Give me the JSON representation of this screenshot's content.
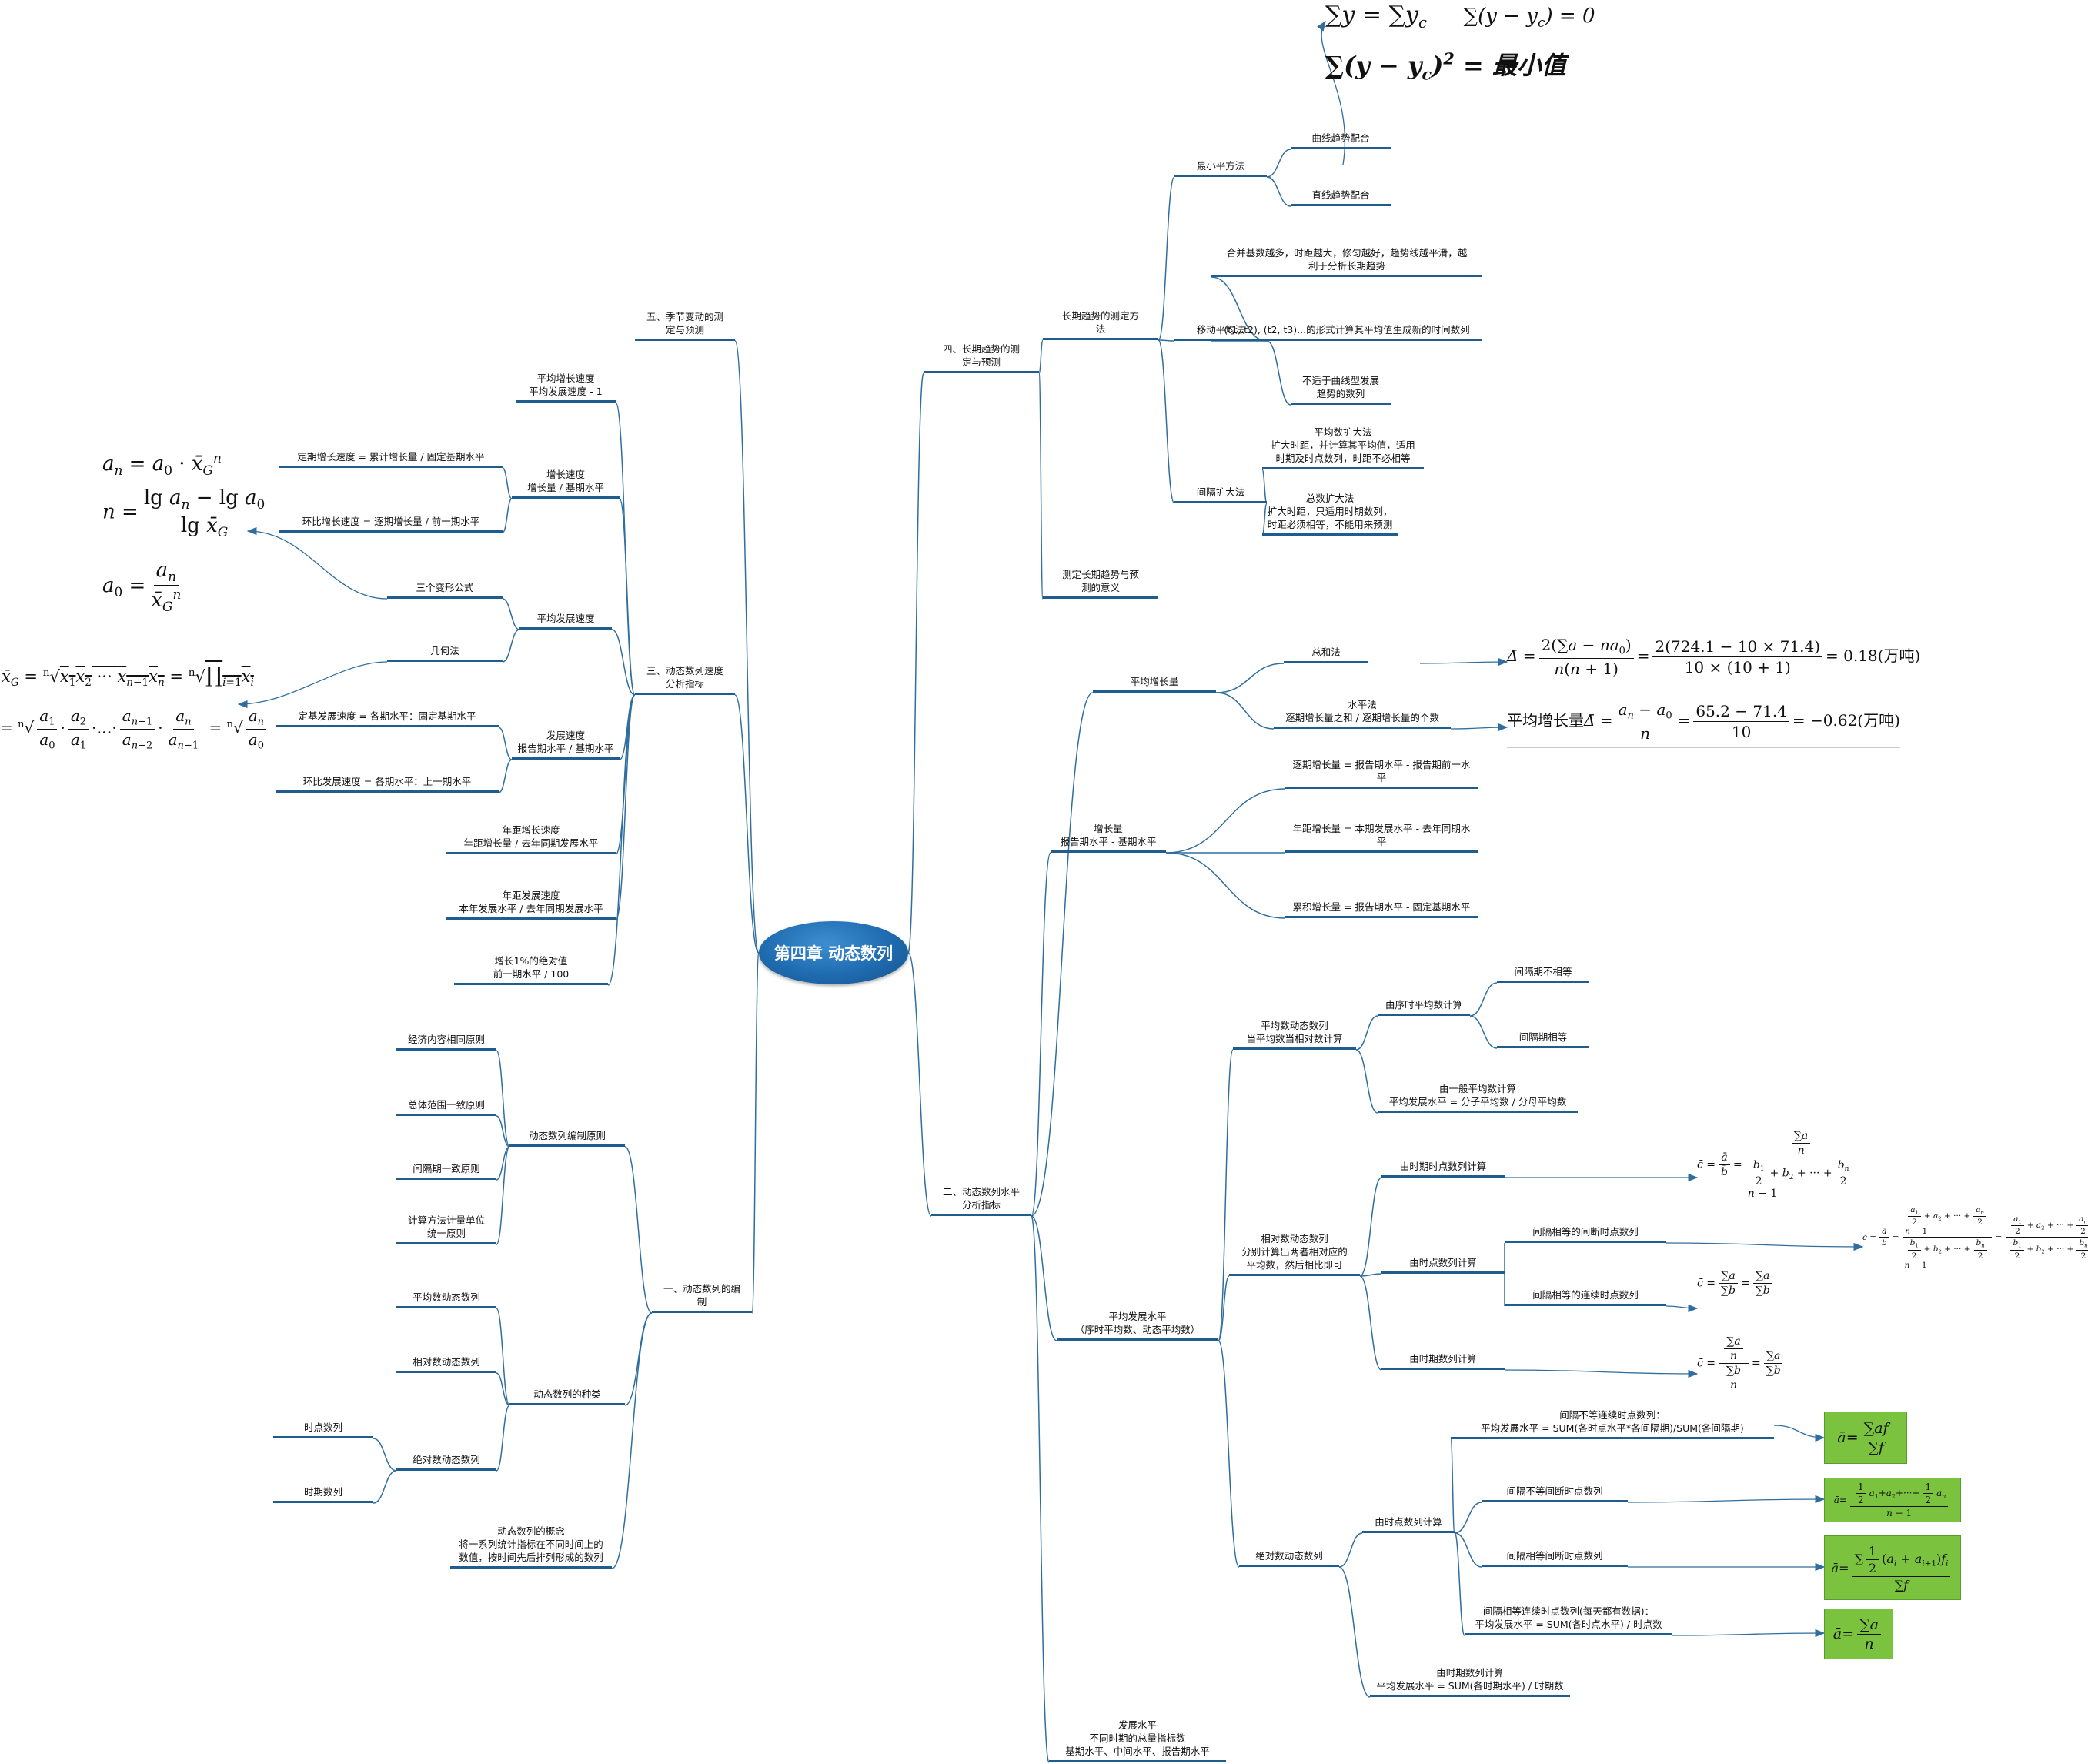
{
  "center": "第四章 动态数列",
  "nodes": [
    {
      "id": "r4",
      "text": "四、长期趋势的测\n定与预测"
    },
    {
      "id": "r4a",
      "text": "长期趋势的测定方\n法"
    },
    {
      "id": "r4a1",
      "text": "最小平方法"
    },
    {
      "id": "r4a1a",
      "text": "曲线趋势配合"
    },
    {
      "id": "r4a1b",
      "text": "直线趋势配合"
    },
    {
      "id": "r4a2",
      "text": "移动平均法"
    },
    {
      "id": "r4a2a",
      "text": "合并基数越多，时距越大，修匀越好，趋势线越平滑，越\n利于分析长期趋势"
    },
    {
      "id": "r4a2b",
      "text": "(t1, t2), (t2, t3)...的形式计算其平均值生成新的时间数列"
    },
    {
      "id": "r4a2c",
      "text": "不适于曲线型发展\n趋势的数列"
    },
    {
      "id": "r4a3",
      "text": "间隔扩大法"
    },
    {
      "id": "r4a3a",
      "text": "平均数扩大法\n扩大时距，并计算其平均值，适用\n时期及时点数列，时距不必相等"
    },
    {
      "id": "r4a3b",
      "text": "总数扩大法\n扩大时距，只适用时期数列，\n时距必须相等，不能用来预测"
    },
    {
      "id": "r4b",
      "text": "测定长期趋势与预\n测的意义"
    },
    {
      "id": "r2",
      "text": "二、动态数列水平\n分析指标"
    },
    {
      "id": "r2a",
      "text": "平均增长量"
    },
    {
      "id": "r2a1",
      "text": "总和法"
    },
    {
      "id": "r2a2",
      "text": "水平法\n逐期增长量之和 / 逐期增长量的个数"
    },
    {
      "id": "r2b",
      "text": "增长量\n报告期水平 - 基期水平"
    },
    {
      "id": "r2b1",
      "text": "逐期增长量 = 报告期水平 - 报告期前一水平"
    },
    {
      "id": "r2b2",
      "text": "年距增长量 = 本期发展水平 - 去年同期水平"
    },
    {
      "id": "r2b3",
      "text": "累积增长量 = 报告期水平 - 固定基期水平"
    },
    {
      "id": "r2c",
      "text": "平均发展水平\n（序时平均数、动态平均数）"
    },
    {
      "id": "r2c1",
      "text": "平均数动态数列\n当平均数当相对数计算"
    },
    {
      "id": "r2c1a",
      "text": "由序时平均数计算"
    },
    {
      "id": "r2c1a1",
      "text": "间隔期不相等"
    },
    {
      "id": "r2c1a2",
      "text": "间隔期相等"
    },
    {
      "id": "r2c1b",
      "text": "由一般平均数计算\n平均发展水平 = 分子平均数 / 分母平均数"
    },
    {
      "id": "r2c2",
      "text": "相对数动态数列\n分别计算出两者相对应的\n平均数，然后相比即可"
    },
    {
      "id": "r2c2a",
      "text": "由时期时点数列计算"
    },
    {
      "id": "r2c2b",
      "text": "由时点数列计算"
    },
    {
      "id": "r2c2b1",
      "text": "间隔相等的间断时点数列"
    },
    {
      "id": "r2c2b2",
      "text": "间隔相等的连续时点数列"
    },
    {
      "id": "r2c2c",
      "text": "由时期数列计算"
    },
    {
      "id": "r2c3",
      "text": "绝对数动态数列"
    },
    {
      "id": "r2c3a",
      "text": "由时点数列计算"
    },
    {
      "id": "r2c3a1",
      "text": "间隔不等连续时点数列：\n平均发展水平 = SUM(各时点水平*各间隔期)/SUM(各间隔期)"
    },
    {
      "id": "r2c3a2",
      "text": "间隔不等间断时点数列"
    },
    {
      "id": "r2c3a3",
      "text": "间隔相等间断时点数列"
    },
    {
      "id": "r2c3a4",
      "text": "间隔相等连续时点数列(每天都有数据)：\n平均发展水平 = SUM(各时点水平) / 时点数"
    },
    {
      "id": "r2c3b",
      "text": "由时期数列计算\n平均发展水平 = SUM(各时期水平) / 时期数"
    },
    {
      "id": "r2d",
      "text": "发展水平\n不同时期的总量指标数\n基期水平、中间水平、报告期水平"
    },
    {
      "id": "l5",
      "text": "五、季节变动的测\n定与预测"
    },
    {
      "id": "l3",
      "text": "三、动态数列速度\n分析指标"
    },
    {
      "id": "l3a",
      "text": "平均增长速度\n平均发展速度 - 1"
    },
    {
      "id": "l3b",
      "text": "增长速度\n增长量 / 基期水平"
    },
    {
      "id": "l3b1",
      "text": "定期增长速度 = 累计增长量 / 固定基期水平"
    },
    {
      "id": "l3b2",
      "text": "环比增长速度 = 逐期增长量 / 前一期水平"
    },
    {
      "id": "l3c",
      "text": "平均发展速度"
    },
    {
      "id": "l3c1",
      "text": "三个变形公式"
    },
    {
      "id": "l3c2",
      "text": "几何法"
    },
    {
      "id": "l3d",
      "text": "发展速度\n报告期水平 / 基期水平"
    },
    {
      "id": "l3d1",
      "text": "定基发展速度 = 各期水平：固定基期水平"
    },
    {
      "id": "l3d2",
      "text": "环比发展速度 = 各期水平：上一期水平"
    },
    {
      "id": "l3e",
      "text": "年距增长速度\n年距增长量 / 去年同期发展水平"
    },
    {
      "id": "l3f",
      "text": "年距发展速度\n本年发展水平 / 去年同期发展水平"
    },
    {
      "id": "l3g",
      "text": "增长1%的绝对值\n前一期水平 / 100"
    },
    {
      "id": "l1",
      "text": "一、动态数列的编\n制"
    },
    {
      "id": "l1a",
      "text": "动态数列编制原则"
    },
    {
      "id": "l1a1",
      "text": "经济内容相同原则"
    },
    {
      "id": "l1a2",
      "text": "总体范围一致原则"
    },
    {
      "id": "l1a3",
      "text": "间隔期一致原则"
    },
    {
      "id": "l1a4",
      "text": "计算方法计量单位\n统一原则"
    },
    {
      "id": "l1b",
      "text": "动态数列的种类"
    },
    {
      "id": "l1b1",
      "text": "平均数动态数列"
    },
    {
      "id": "l1b2",
      "text": "相对数动态数列"
    },
    {
      "id": "l1b3",
      "text": "绝对数动态数列"
    },
    {
      "id": "l1b3a",
      "text": "时点数列"
    },
    {
      "id": "l1b3b",
      "text": "时期数列"
    },
    {
      "id": "l1c",
      "text": "动态数列的概念\n将一系列统计指标在不同时间上的\n数值，按时间先后排列形成的数列"
    }
  ],
  "formulas": {
    "top_big": "最小值",
    "avg_inc_sum_result": "= 0.18(万吨)",
    "avg_inc_level_label": "平均增长量",
    "avg_inc_level_result": "= −0.62(万吨)",
    "avg_inc_sum_values": "2(724.1 − 10 × 71.4)",
    "avg_inc_sum_den": "10 × (10 + 1)",
    "avg_inc_level_values": "65.2 − 71.4",
    "avg_inc_level_den": "10"
  }
}
